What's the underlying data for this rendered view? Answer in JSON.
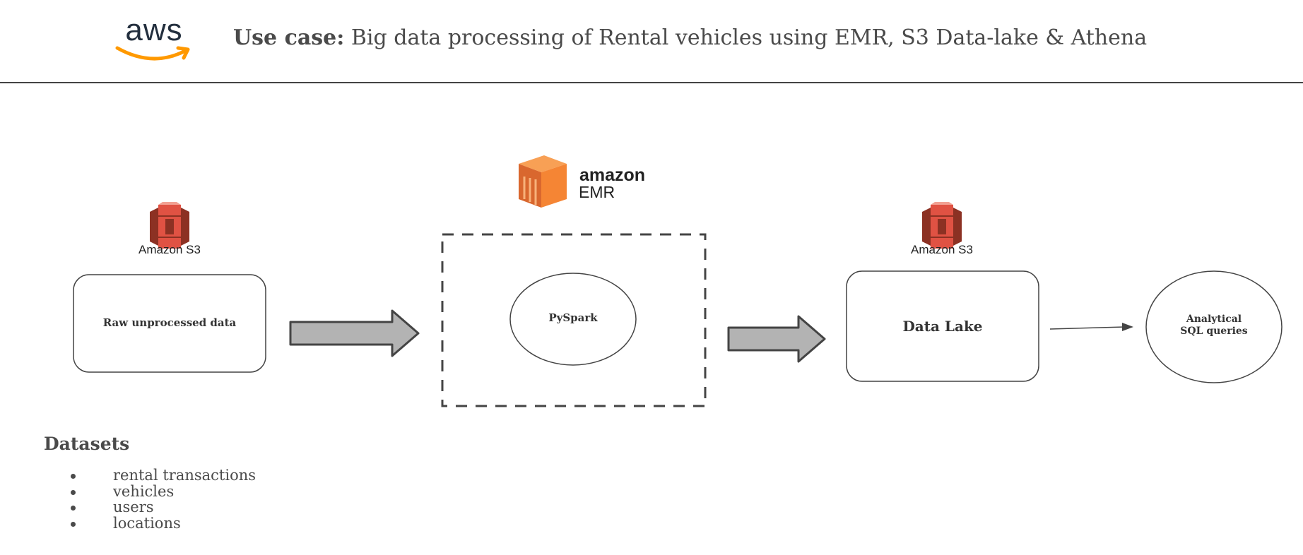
{
  "header": {
    "logo_text": "aws",
    "title_bold": "Use case:",
    "title_rest": " Big data processing of Rental vehicles using EMR, S3 Data-lake & Athena"
  },
  "emr_logo": {
    "amazon": "amazon",
    "service": "EMR"
  },
  "s3_left": {
    "label": "Amazon S3"
  },
  "s3_right": {
    "label": "Amazon S3"
  },
  "nodes": {
    "raw": "Raw unprocessed data",
    "pyspark": "PySpark",
    "data_lake": "Data Lake",
    "analytics_line1": "Analytical",
    "analytics_line2": "SQL queries"
  },
  "datasets": {
    "title": "Datasets",
    "items": [
      "rental transactions",
      "vehicles",
      "users",
      "locations"
    ]
  },
  "colors": {
    "s3_red": "#e05243",
    "s3_dark": "#8c3123",
    "emr_orange": "#f58534",
    "emr_dark": "#d9672e",
    "arrow_fill": "#b3b3b3",
    "aws_orange": "#f90"
  }
}
